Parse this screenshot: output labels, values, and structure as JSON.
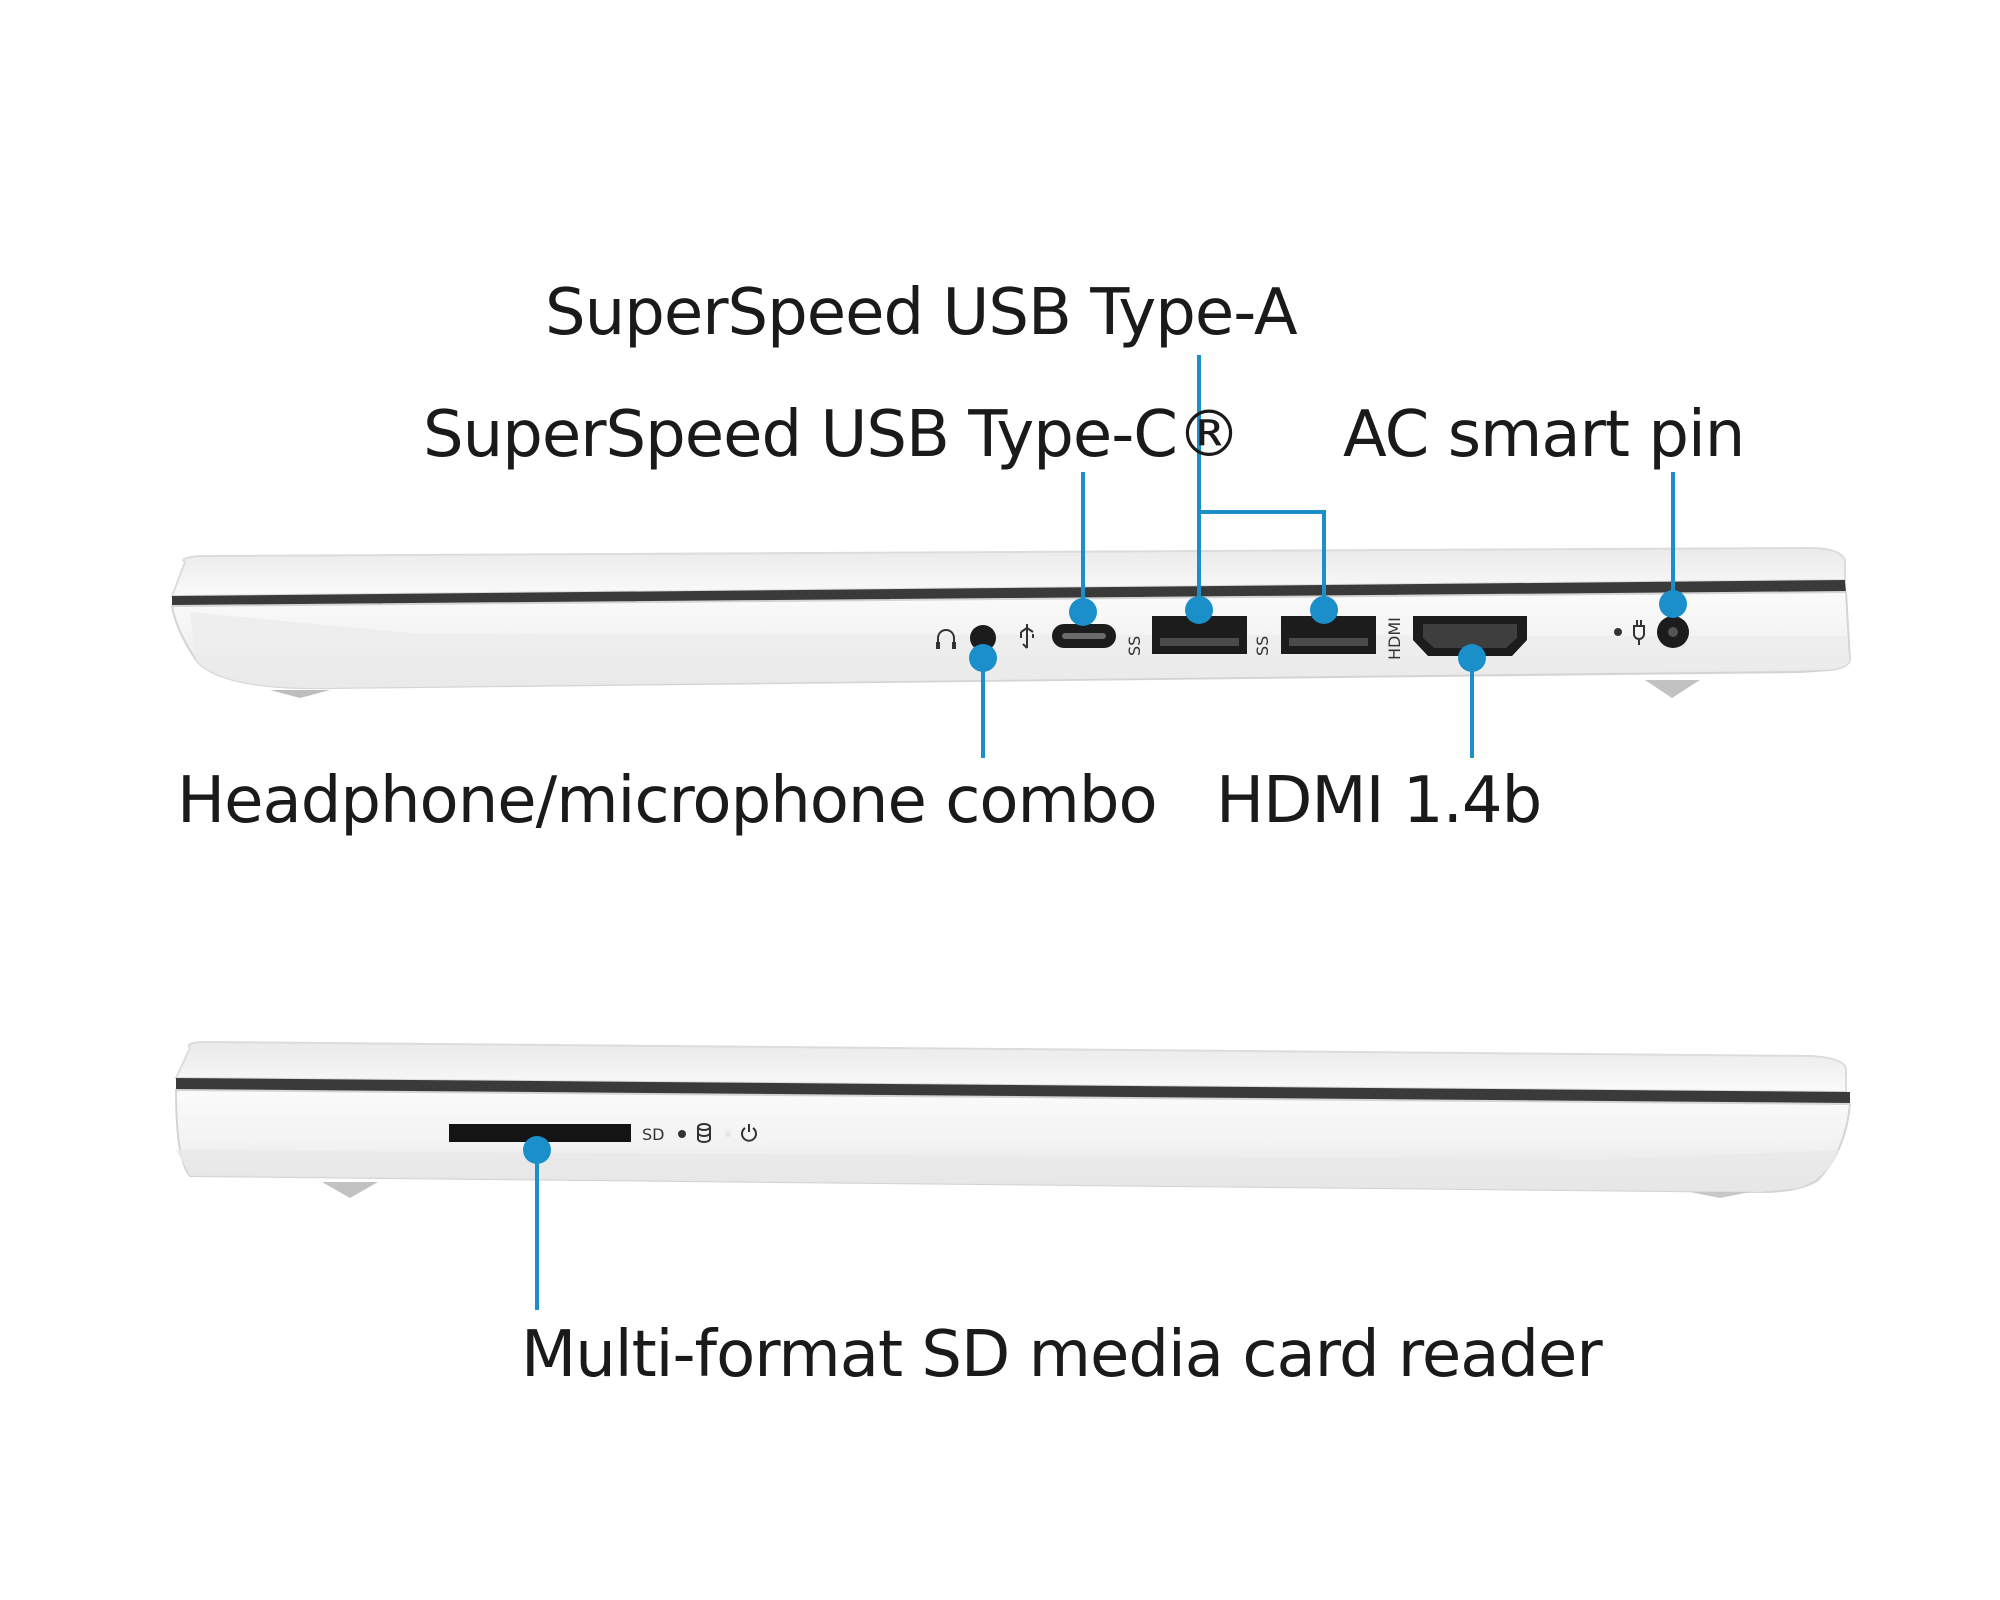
{
  "labels": {
    "usb_a": "SuperSpeed USB Type-A",
    "usb_c": "SuperSpeed USB Type-C®",
    "ac_pin": "AC smart pin",
    "headphone": "Headphone/microphone combo",
    "hdmi": "HDMI 1.4b",
    "sd_reader": "Multi-format SD media card reader"
  },
  "port_markings": {
    "sd": "SD",
    "hdmi": "HDMI",
    "ss": "SS"
  },
  "colors": {
    "callout": "#1a8fc9",
    "chassis": "#f4f4f4",
    "chassis_edge": "#d9d9d9",
    "seam": "#3a3a3a",
    "port": "#1c1c1c",
    "text": "#1a1a1a"
  },
  "icons": [
    "headphone-icon",
    "usb-icon",
    "power-plug-icon",
    "storage-icon",
    "power-icon"
  ]
}
